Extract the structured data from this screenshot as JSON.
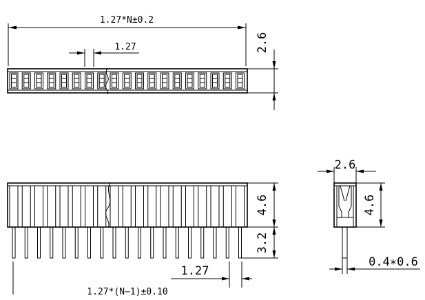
{
  "drawing": {
    "top_view": {
      "overall_length": "1.27*N±0.2",
      "pitch": "1.27",
      "height": "2.6"
    },
    "front_view": {
      "body_height": "4.6",
      "pin_length": "3.2",
      "pitch": "1.27",
      "span": "1.27*(N−1)±0.10"
    },
    "side_view": {
      "width": "2.6",
      "height": "4.6",
      "pin_size": "0.4∗0.6"
    }
  }
}
